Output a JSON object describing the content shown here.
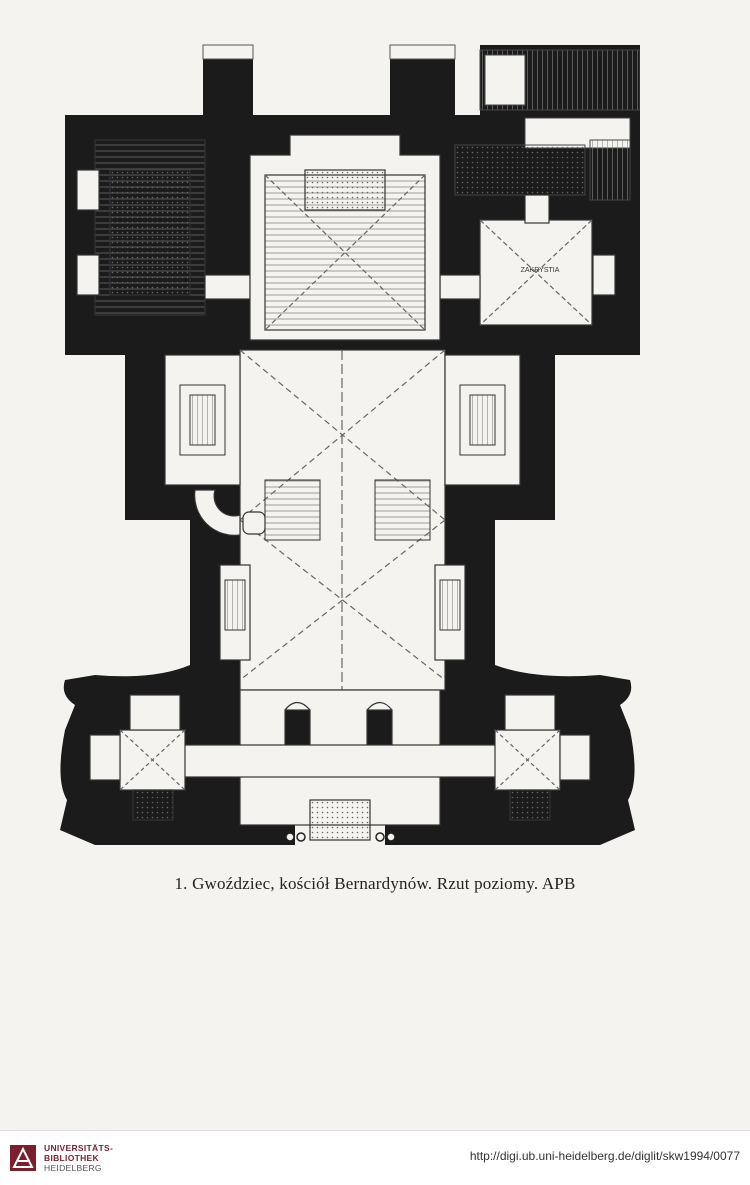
{
  "figure": {
    "caption": "1. Gwoździec, kościół Bernardynów. Rzut poziomy. APB",
    "plan_labels": {
      "sacristy": "ZAKRYSTIA"
    }
  },
  "footer": {
    "logo_lines": [
      "UNIVERSITÄTS-",
      "BIBLIOTHEK",
      "HEIDELBERG"
    ],
    "url": "http://digi.ub.uni-heidelberg.de/diglit/skw1994/0077"
  },
  "colors": {
    "wall": "#1b1b1b",
    "paper": "#f4f3f0",
    "brand": "#7a1f2b"
  }
}
